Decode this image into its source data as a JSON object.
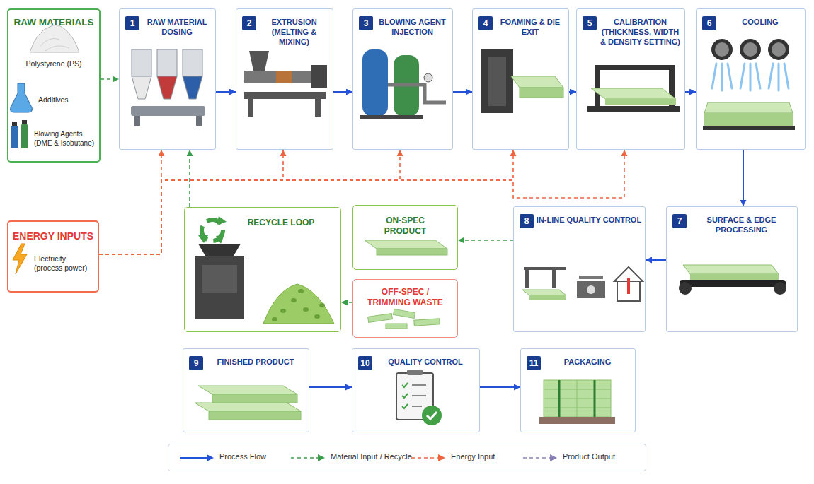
{
  "diagram": {
    "nodes": [
      {
        "text": [
          "RAW MATERIALS",
          "Polystyrene (PS)",
          "Additives",
          "Blowing Agents (DME & Isobutane)"
        ]
      },
      {
        "text": [
          "1",
          "RAW MATERIAL DOSING"
        ]
      },
      {
        "text": [
          "2",
          "EXTRUSION (MELTING & MIXING)"
        ]
      },
      {
        "text": [
          "3",
          "BLOWING AGENT INJECTION"
        ]
      },
      {
        "text": [
          "4",
          "FOAMING & DIE EXIT"
        ]
      },
      {
        "text": [
          "5",
          "CALIBRATION (THICKNESS, WIDTH & DENSITY SETTING)"
        ]
      },
      {
        "text": [
          "6",
          "COOLING"
        ]
      },
      {
        "text": [
          "ENERGY INPUTS",
          "Electricity (process power)"
        ]
      },
      {
        "text": [
          "RECYCLE LOOP"
        ]
      },
      {
        "text": [
          "ON-SPEC PRODUCT"
        ]
      },
      {
        "text": [
          "OFF-SPEC / TRIMMING WASTE"
        ]
      },
      {
        "text": [
          "8",
          "IN-LINE QUALITY CONTROL"
        ]
      },
      {
        "text": [
          "7",
          "SURFACE & EDGE PROCESSING"
        ]
      },
      {
        "text": [
          "9",
          "FINISHED PRODUCT"
        ]
      },
      {
        "text": [
          "10",
          "QUALITY CONTROL"
        ]
      },
      {
        "text": [
          "11",
          "PACKAGING"
        ]
      }
    ],
    "edges": [
      {
        "from": 0,
        "to": 1,
        "arrow": "to"
      },
      {
        "from": 1,
        "to": 2,
        "arrow": "to"
      },
      {
        "from": 2,
        "to": 3,
        "arrow": "to"
      },
      {
        "from": 3,
        "to": 4,
        "arrow": "to"
      },
      {
        "from": 4,
        "to": 5,
        "arrow": "to"
      },
      {
        "from": 5,
        "to": 6,
        "arrow": "to"
      },
      {
        "from": 6,
        "to": 12,
        "arrow": "to"
      },
      {
        "from": 12,
        "to": 11,
        "arrow": "to"
      },
      {
        "from": 11,
        "to": 9,
        "arrow": "to"
      },
      {
        "from": 10,
        "to": 8,
        "arrow": "to"
      },
      {
        "from": 8,
        "to": 1,
        "arrow": "to"
      },
      {
        "from": 7,
        "to": 1,
        "arrow": "to"
      },
      {
        "from": 7,
        "to": 2,
        "arrow": "to"
      },
      {
        "from": 7,
        "to": 3,
        "arrow": "to"
      },
      {
        "from": 7,
        "to": 4,
        "arrow": "to"
      },
      {
        "from": 7,
        "to": 5,
        "arrow": "to"
      },
      {
        "from": 13,
        "to": 14,
        "arrow": "to"
      },
      {
        "from": 14,
        "to": 15,
        "arrow": "to"
      }
    ],
    "legend": [
      {
        "text": "Process Flow"
      },
      {
        "text": "Material Input / Recycle"
      },
      {
        "text": "Energy Input"
      },
      {
        "text": "Product Output"
      }
    ]
  }
}
